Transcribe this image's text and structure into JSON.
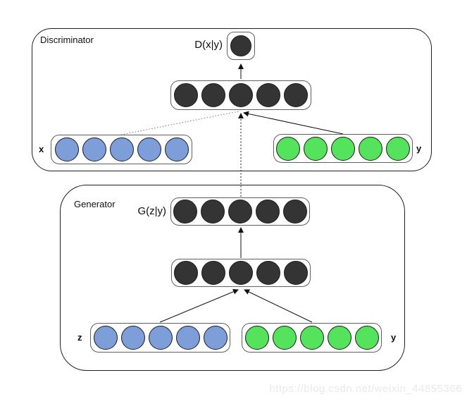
{
  "colors": {
    "node_dark": "#343434",
    "node_blue": "#7d9ed8",
    "node_green": "#55e25c",
    "outline": "#1f1f1f"
  },
  "discriminator": {
    "title": "Discriminator",
    "output": {
      "label": "D(x|y)",
      "count": 1,
      "color": "dark"
    },
    "hidden": {
      "count": 5,
      "color": "dark"
    },
    "input_x": {
      "label": "x",
      "count": 5,
      "color": "blue"
    },
    "input_y": {
      "label": "y",
      "count": 5,
      "color": "green"
    }
  },
  "generator": {
    "title": "Generator",
    "output": {
      "label": "G(z|y)",
      "count": 5,
      "color": "dark"
    },
    "hidden": {
      "count": 5,
      "color": "dark"
    },
    "input_z": {
      "label": "z",
      "count": 5,
      "color": "blue"
    },
    "input_y": {
      "label": "y",
      "count": 5,
      "color": "green"
    }
  },
  "watermark": "https://blog.csdn.net/weixin_44855366"
}
